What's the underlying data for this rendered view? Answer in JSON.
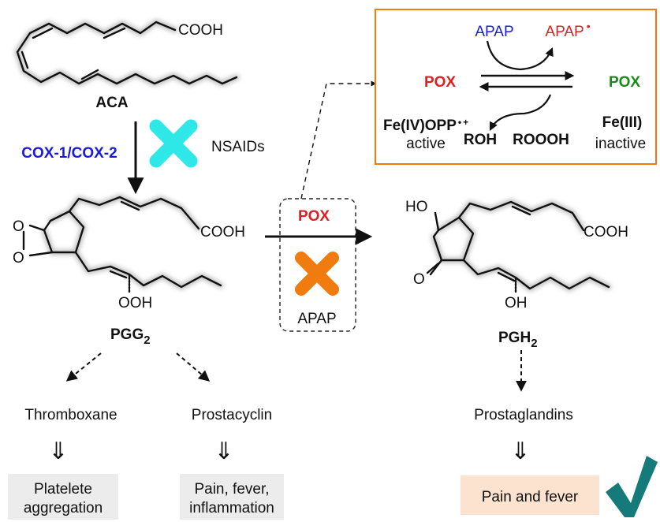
{
  "colors": {
    "blue": "#1a1adf",
    "red": "#e02020",
    "green": "#1a8a1a",
    "orange": "#f07c10",
    "cyan": "#2ee8e8",
    "teal": "#157a7a",
    "shadow": "#c4c4c4",
    "grey_box": "#ececec",
    "peach_box": "#fce3cf"
  },
  "icons": {
    "cyan_cross": "x-icon",
    "orange_cross": "x-icon",
    "check": "checkmark-icon"
  },
  "molecules": {
    "aca": {
      "name": "ACA",
      "acid": "COOH"
    },
    "pgg2": {
      "name_main": "PGG",
      "name_sub": "2",
      "acid": "COOH",
      "o_top": "O",
      "o_bottom": "O",
      "hydroperoxide": "OOH"
    },
    "pgh2": {
      "name_main": "PGH",
      "name_sub": "2",
      "acid": "COOH",
      "hydroxy_top": "HO",
      "keto": "O",
      "hydroxy_bottom": "OH"
    }
  },
  "enzymes": {
    "cox": "COX-1/COX-2",
    "nsaids": "NSAIDs",
    "pox": "POX",
    "apap": "APAP"
  },
  "cycle_box": {
    "apap_in": "APAP",
    "apap_radical": "APAP",
    "pox_active": "POX",
    "pox_inactive": "POX",
    "fe4": "Fe(IV)OPP",
    "fe4_charge": "+",
    "active_label": "active",
    "fe3": "Fe(III)",
    "inactive_label": "inactive",
    "roh": "ROH",
    "roooh": "ROOOH"
  },
  "products": {
    "thromboxane": "Thromboxane",
    "prostacyclin": "Prostacyclin",
    "prostaglandins": "Prostaglandins"
  },
  "effects": {
    "platelet_line1": "Platelete",
    "platelet_line2": "aggregation",
    "pain_line1": "Pain, fever,",
    "pain_line2": "inflammation",
    "pain_fever": "Pain and fever"
  },
  "implies": "⇓"
}
